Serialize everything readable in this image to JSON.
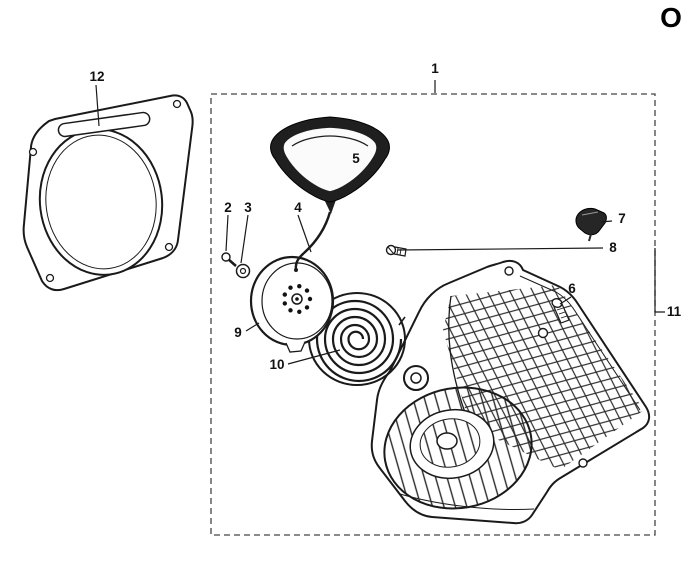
{
  "page": {
    "section_letter": "O"
  },
  "diagram": {
    "part_labels": [
      "1",
      "2",
      "3",
      "4",
      "5",
      "6",
      "7",
      "8",
      "9",
      "10",
      "11",
      "12"
    ]
  },
  "colors": {
    "line": "#1a1a1a",
    "background": "#ffffff"
  }
}
